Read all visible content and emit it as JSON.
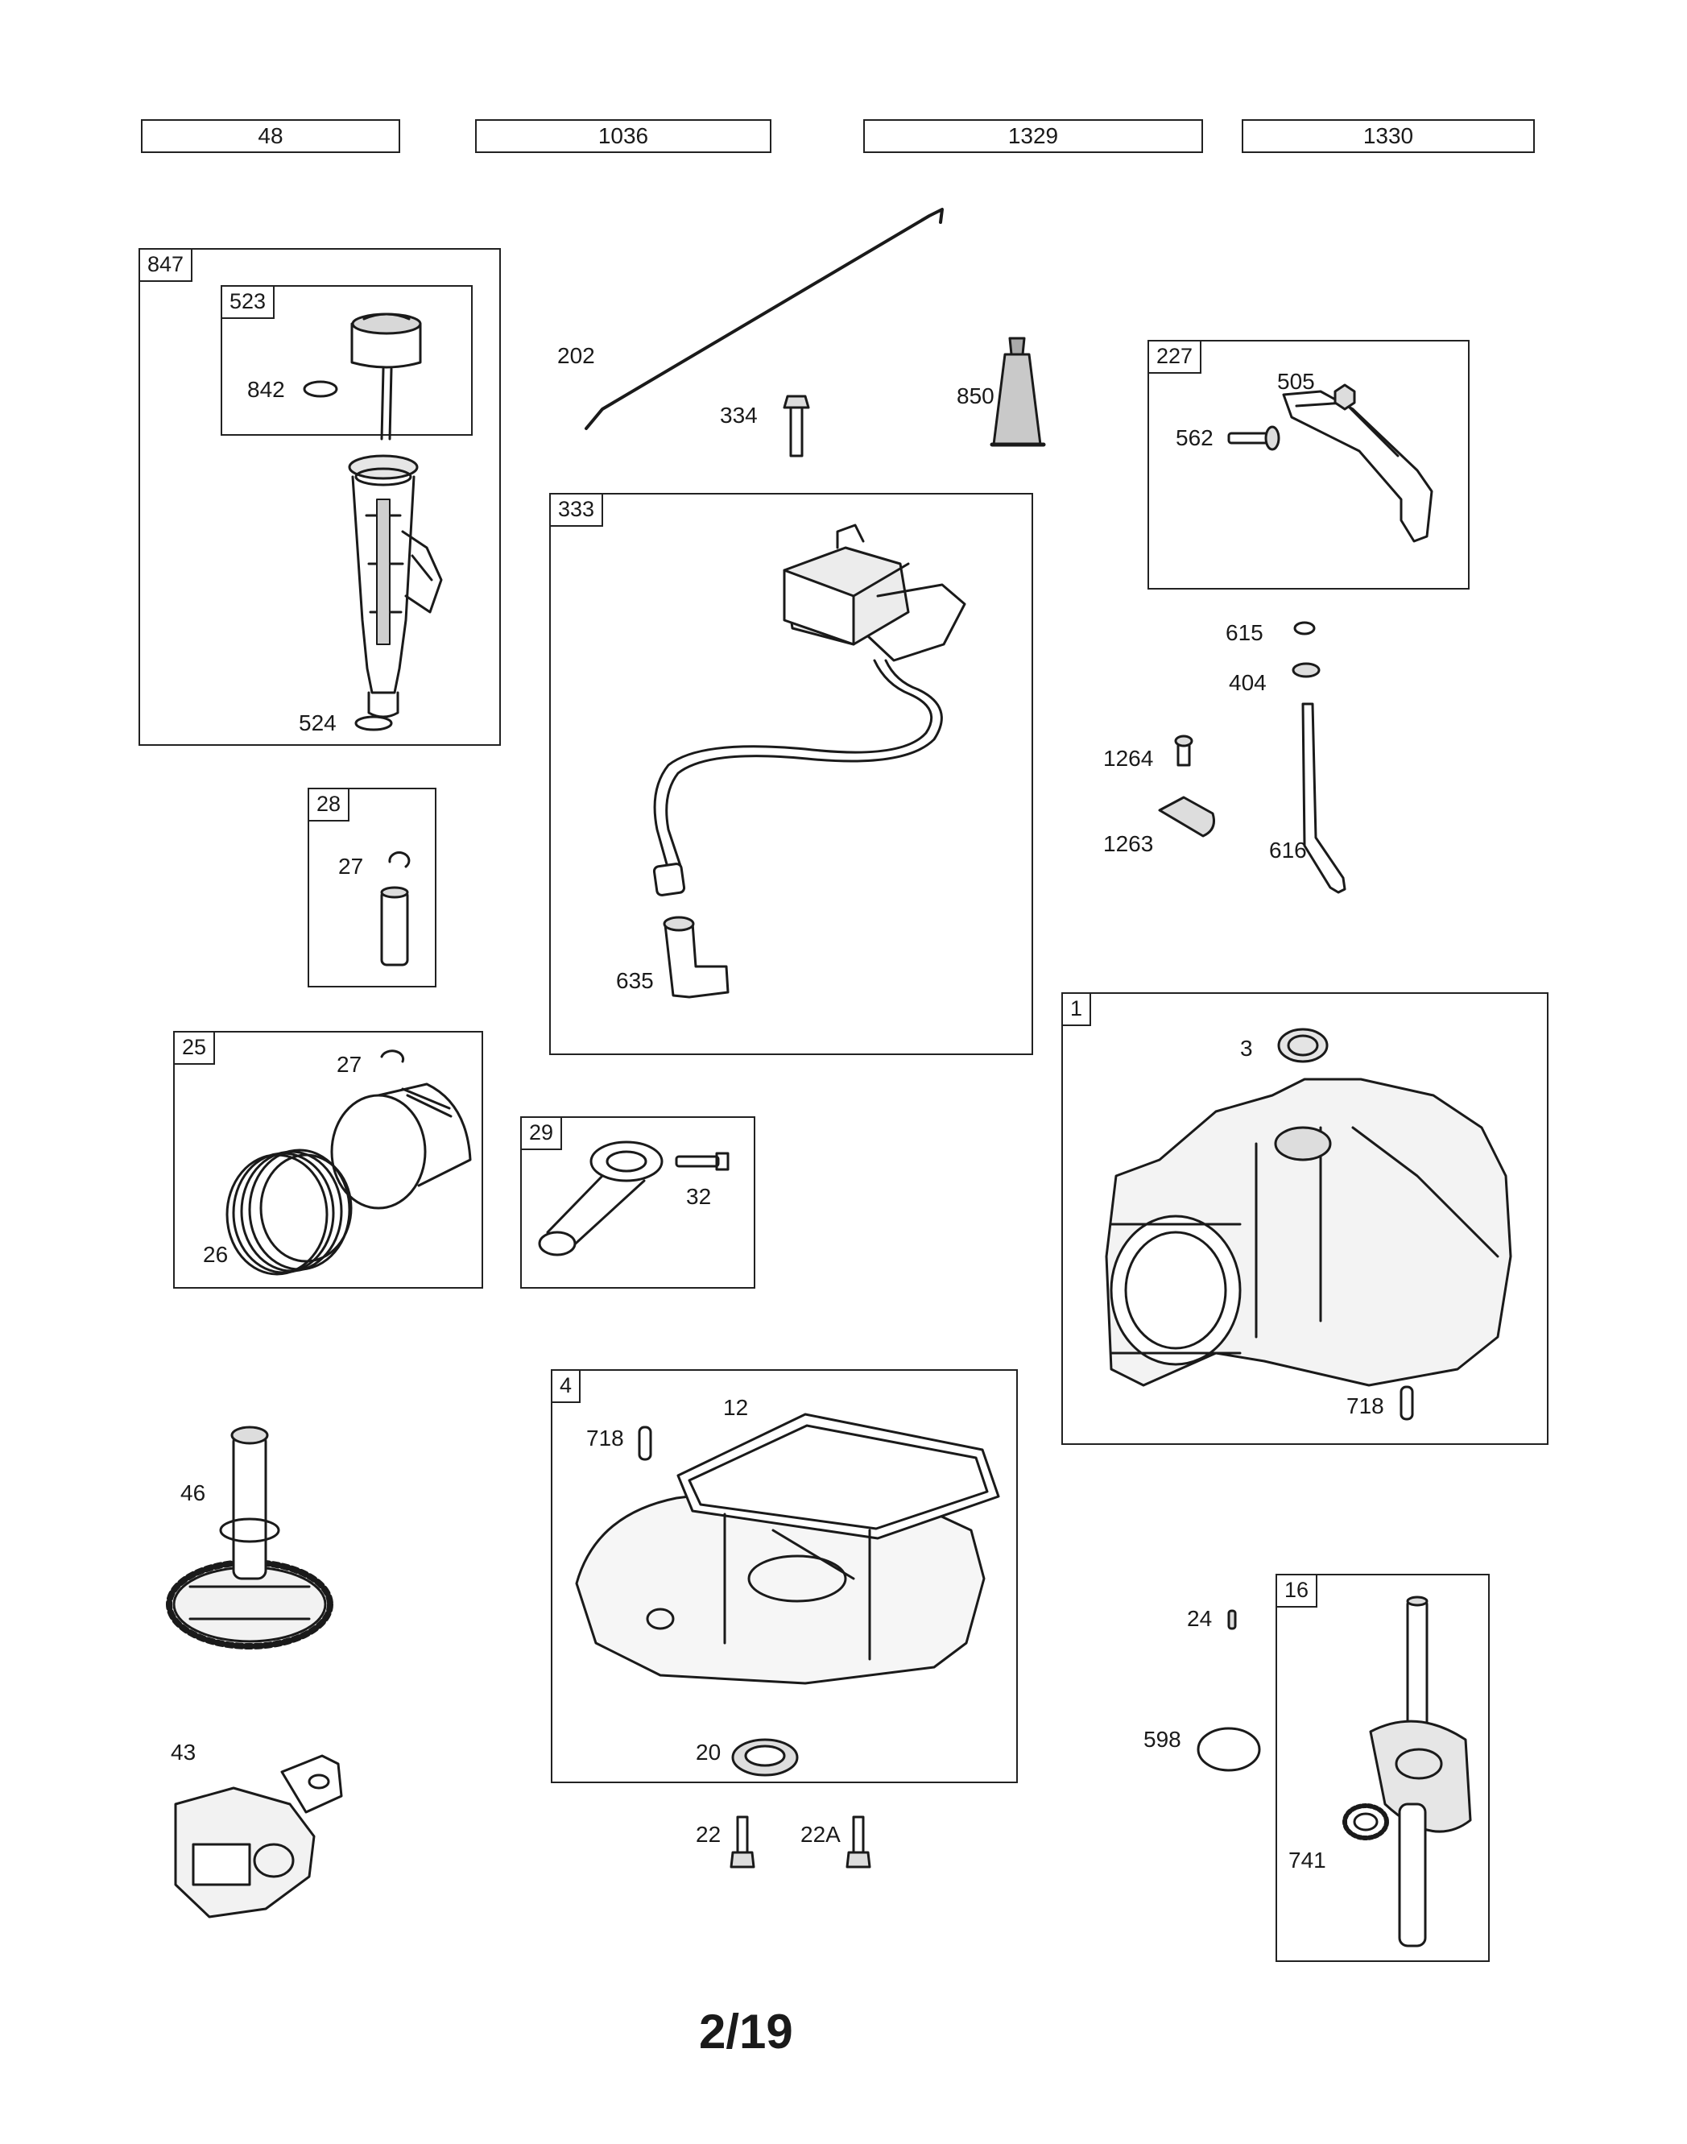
{
  "header_part_numbers": [
    "48",
    "1036",
    "1329",
    "1330"
  ],
  "groups": {
    "847": "847",
    "523": "523",
    "28": "28",
    "25": "25",
    "333": "333",
    "29": "29",
    "227": "227",
    "1": "1",
    "4": "4",
    "16": "16"
  },
  "labels": {
    "842": "842",
    "524": "524",
    "27a": "27",
    "27b": "27",
    "26": "26",
    "202": "202",
    "334": "334",
    "850": "850",
    "635": "635",
    "32": "32",
    "505": "505",
    "562": "562",
    "615": "615",
    "404": "404",
    "1264": "1264",
    "1263": "1263",
    "616": "616",
    "3": "3",
    "718a": "718",
    "12": "12",
    "718b": "718",
    "20": "20",
    "22": "22",
    "22A": "22A",
    "46": "46",
    "43": "43",
    "24": "24",
    "598": "598",
    "741": "741"
  },
  "page_number": "2/19"
}
